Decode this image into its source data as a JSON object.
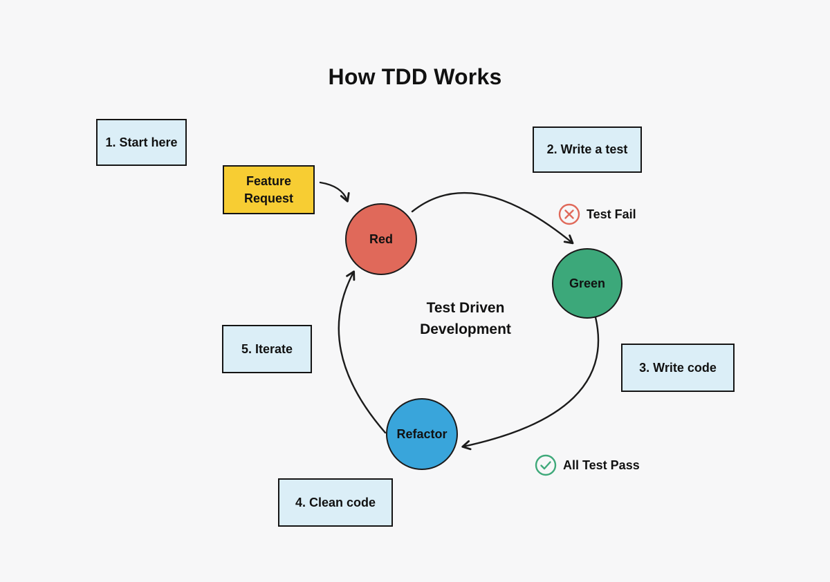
{
  "title": "How TDD Works",
  "center_label": "Test Driven Development",
  "notes": [
    {
      "label": "1. Start here"
    },
    {
      "label": "2. Write a test"
    },
    {
      "label": "3. Write code"
    },
    {
      "label": "4. Clean code"
    },
    {
      "label": "5. Iterate"
    }
  ],
  "feature_request": {
    "label": "Feature Request",
    "fill": "#f7cd33"
  },
  "cycle_nodes": [
    {
      "label": "Red",
      "fill": "#e0695a"
    },
    {
      "label": "Green",
      "fill": "#3ca87a"
    },
    {
      "label": "Refactor",
      "fill": "#39a5db"
    }
  ],
  "statuses": [
    {
      "label": "Test Fail",
      "icon": "x-circle-icon",
      "color": "#e0695a"
    },
    {
      "label": "All Test Pass",
      "icon": "check-circle-icon",
      "color": "#3fa97a"
    }
  ],
  "colors": {
    "background": "#f7f7f8",
    "note_fill": "#dbeef7",
    "outline": "#141414",
    "arrow": "#1b1b1b"
  }
}
